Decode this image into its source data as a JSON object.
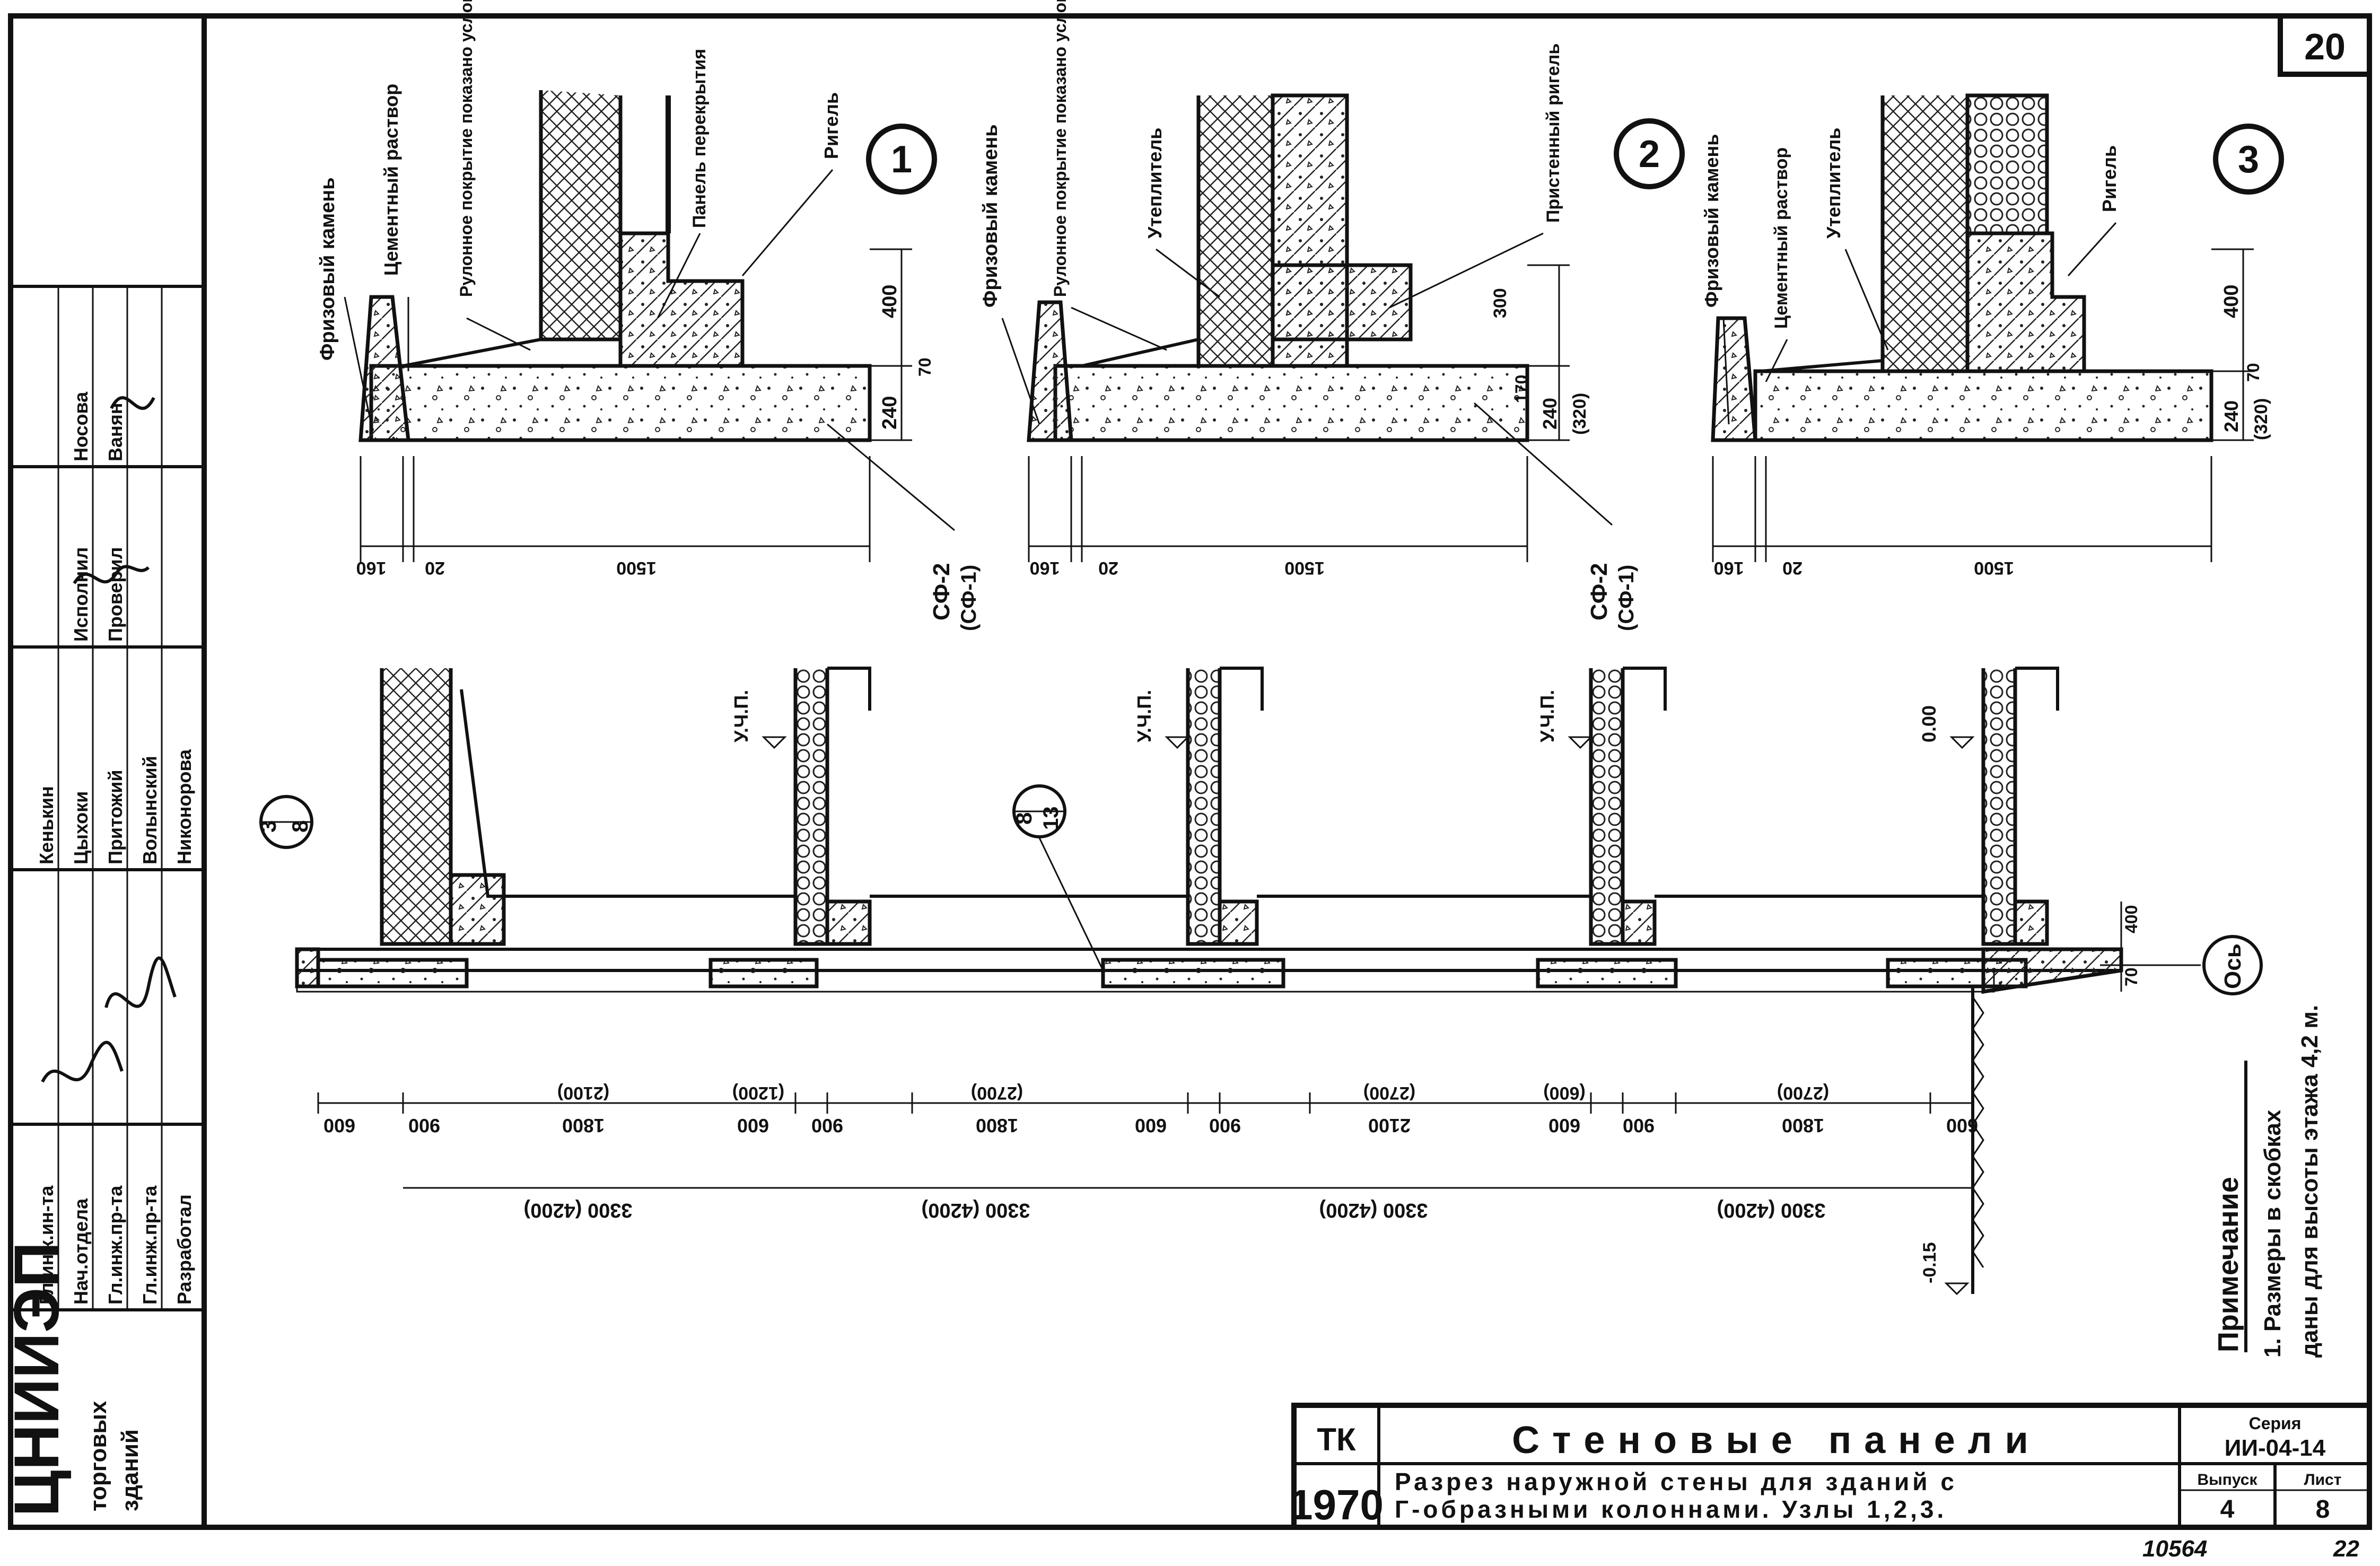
{
  "sheet_number": "20",
  "bottom_numbers": {
    "left": "10564",
    "right": "22"
  },
  "title_block": {
    "org_code": "ТК",
    "year": "1970",
    "title": "Стеновые панели",
    "subtitle_line1": "Разрез наружной стены для зданий с",
    "subtitle_line2": "Г-образными колоннами. Узлы 1,2,3.",
    "series_label": "Серия",
    "series": "ИИ-04-14",
    "issue_label": "Выпуск",
    "issue": "4",
    "sheet_label": "Лист",
    "sheet": "8"
  },
  "org_stamp": {
    "logo": "ЦНИИЭП",
    "org_line1": "торговых",
    "org_line2": "зданий"
  },
  "signatures": {
    "roles": [
      "Гл.инж.ин-та",
      "Нач.отдела",
      "Гл.инж.пр-та",
      "Гл.инж.пр-та",
      "Разработал"
    ],
    "names": [
      "Кенькин",
      "Цыхоки",
      "Притожий",
      "Волынский",
      "Никонорова"
    ],
    "extra_roles": [
      "Исполнил",
      "Проверил"
    ],
    "extra_names": [
      "Носова",
      "Ванян"
    ]
  },
  "note": {
    "heading": "Примечание",
    "line1": "1. Размеры в скобках",
    "line2": "даны для высоты этажа 4,2 м."
  },
  "nodes": {
    "node1": {
      "number": "1",
      "labels": [
        "Фризовый камень",
        "Цементный раствор",
        "Рулонное покрытие показано условно",
        "Панель перекрытия",
        "Ригель"
      ],
      "dims": {
        "h400": "400",
        "h70": "70",
        "h240": "240",
        "w160": "160",
        "w20": "20",
        "w1500": "1500"
      },
      "mark": "СФ-2",
      "mark_alt": "(СФ-1)"
    },
    "node2": {
      "number": "2",
      "labels": [
        "Фризовый камень",
        "Рулонное покрытие показано условно",
        "Утеплитель",
        "Пристенный ригель"
      ],
      "dims": {
        "h300": "300",
        "h170": "170",
        "h240": "240",
        "h320": "(320)",
        "w160": "160",
        "w20": "20",
        "w1500": "1500"
      },
      "mark": "СФ-2",
      "mark_alt": "(СФ-1)"
    },
    "node3": {
      "number": "3",
      "labels": [
        "Фризовый камень",
        "Цементный раствор",
        "Утеплитель",
        "Ригель"
      ],
      "dims": {
        "h400": "400",
        "h70": "70",
        "h240": "240",
        "h320": "(320)",
        "w160": "160",
        "w20": "20",
        "w1500": "1500"
      }
    }
  },
  "section": {
    "callout_left": {
      "top": "3",
      "bottom": "8"
    },
    "callout_mid": {
      "top": "8",
      "bottom": "13"
    },
    "axis_label": "Ось",
    "level_labels": [
      "У.Ч.П.",
      "У.Ч.П.",
      "У.Ч.П.",
      "0.00"
    ],
    "level_minus": "-0.15",
    "dim_400": "400",
    "dim_70": "70",
    "dims_row1": [
      "600",
      "900",
      "1800",
      "600",
      "900",
      "1800",
      "600",
      "900",
      "2100",
      "600",
      "900",
      "1800",
      "600"
    ],
    "dims_row1_alt": [
      "(2100)",
      "(1200)",
      "(2700)",
      "(2700)",
      "(600)",
      "(2700)"
    ],
    "dims_row2": [
      "3300 (4200)",
      "3300 (4200)",
      "3300 (4200)",
      "3300 (4200)"
    ]
  }
}
